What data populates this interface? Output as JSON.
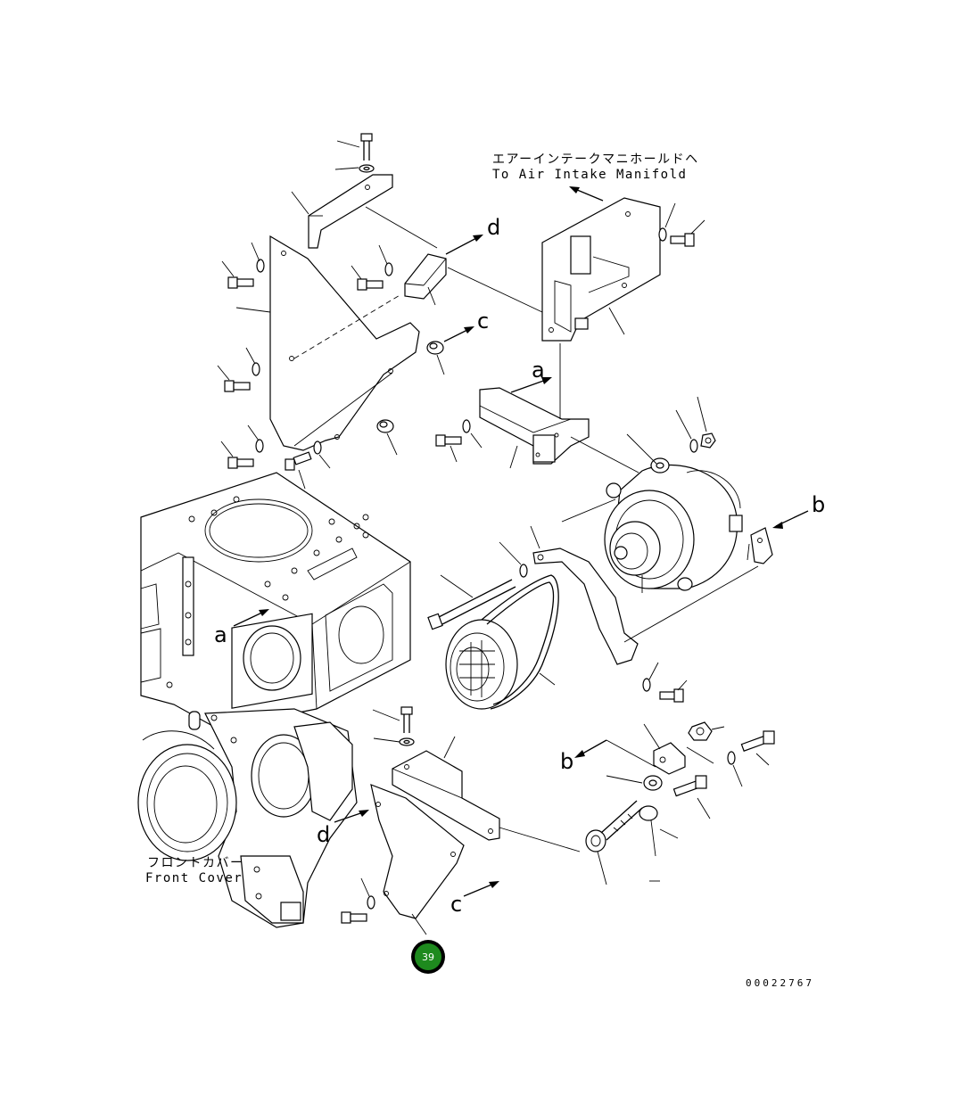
{
  "labels": {
    "air_intake_jp": "エアーインテークマニホールドヘ",
    "air_intake_en": "To Air Intake Manifold",
    "front_cover_jp": "フロントカバー",
    "front_cover_en": "Front Cover",
    "catalog_number": "00022767"
  },
  "callouts": {
    "a_upper": "a",
    "a_lower": "a",
    "b_right": "b",
    "b_lower": "b",
    "c_upper": "c",
    "c_lower": "c",
    "d_upper": "d",
    "d_lower": "d"
  },
  "badge": {
    "number": "39",
    "color": "#1e8a1e"
  }
}
